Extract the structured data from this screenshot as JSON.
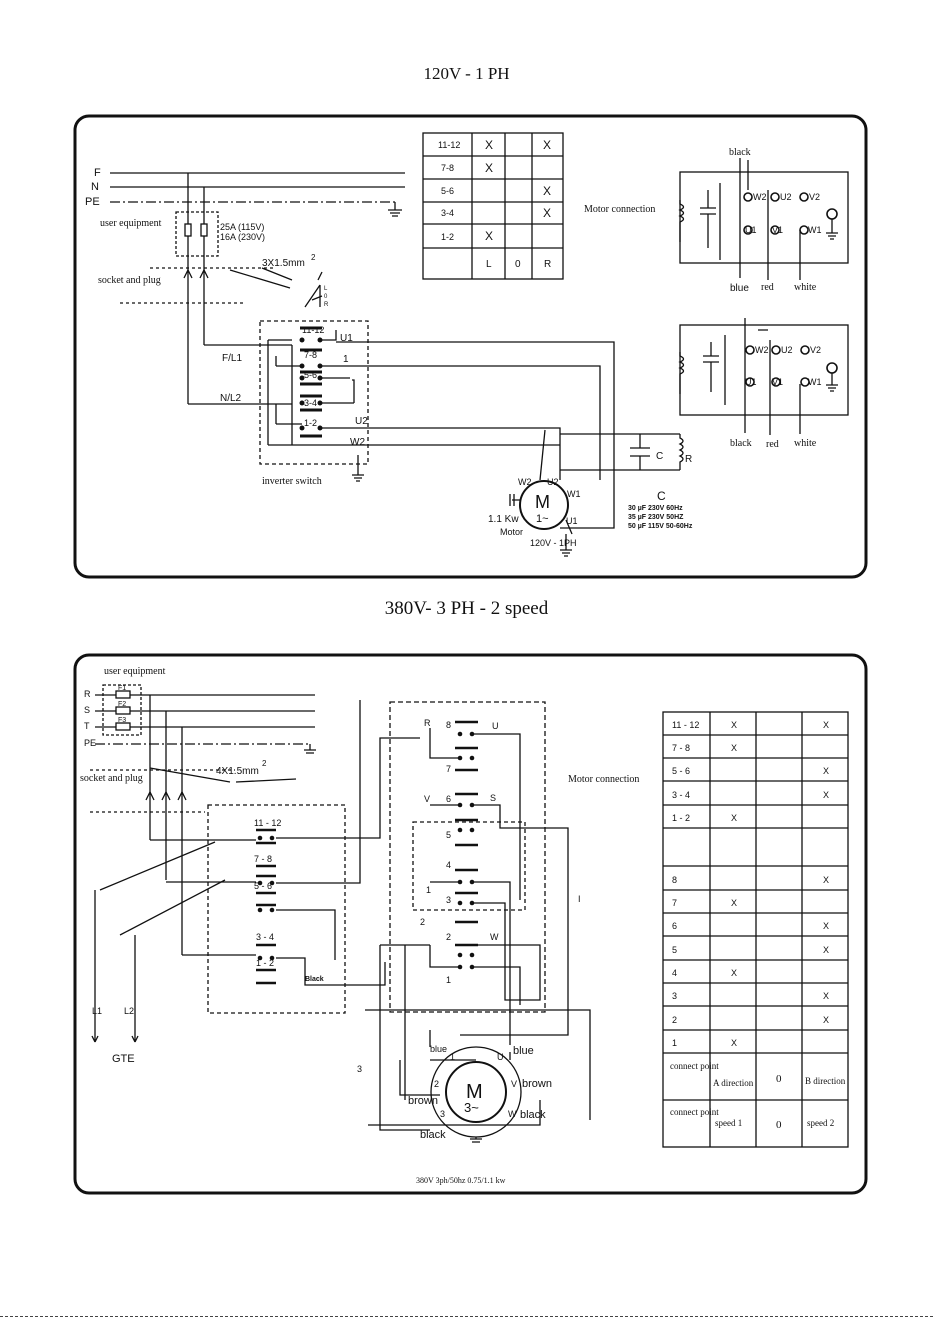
{
  "titles": {
    "top": "120V - 1 PH",
    "bottom": "380V- 3 PH - 2 speed"
  },
  "d1": {
    "lines": [
      "F",
      "N",
      "PE"
    ],
    "user_equipment": "user equipment",
    "fuse_rating_1": "25A (115V)",
    "fuse_rating_2": "16A (230V)",
    "socket_plug": "socket and plug",
    "cable": "3X1.5mm",
    "cable_sup": "2",
    "switch_contacts": [
      "11-12",
      "7-8",
      "5-6",
      "3-4",
      "1-2"
    ],
    "terminals": [
      "U1",
      "1",
      "U2",
      "W2"
    ],
    "fl1": "F/L1",
    "nl2": "N/L2",
    "inverter_switch": "inverter switch",
    "symbol_letters": [
      "L",
      "0",
      "R"
    ],
    "table": {
      "rows": [
        {
          "label": "11-12",
          "L": "X",
          "O": "",
          "R": "X"
        },
        {
          "label": "7-8",
          "L": "X",
          "O": "",
          "R": ""
        },
        {
          "label": "5-6",
          "L": "",
          "O": "",
          "R": "X"
        },
        {
          "label": "3-4",
          "L": "",
          "O": "",
          "R": "X"
        },
        {
          "label": "1-2",
          "L": "X",
          "O": "",
          "R": ""
        }
      ],
      "footer": [
        "",
        "L",
        "0",
        "R"
      ]
    },
    "motor_connection": "Motor connection",
    "terminal_board": {
      "top": [
        "W2",
        "U2",
        "V2"
      ],
      "bottom": [
        "U1",
        "V1",
        "W1"
      ]
    },
    "wire_colors_top": {
      "black": "black",
      "blue": "blue",
      "red": "red",
      "white": "white"
    },
    "wire_colors_bottom": {
      "black": "black",
      "red": "red",
      "white": "white"
    },
    "cap_label": "C",
    "res_label": "R",
    "motor_terminals": [
      "W2",
      "U2",
      "W1",
      "U1"
    ],
    "motor_power": "1.1 Kw",
    "motor_caption": "Motor",
    "motor_voltage": "120V - 1PH",
    "motor_letter": "M",
    "motor_phase": "1~",
    "cap_title": "C",
    "cap_specs": [
      "30 µF  230V  60Hz",
      "35 µF  230V  50HZ",
      "50 µF  115V  50-60Hz"
    ]
  },
  "d2": {
    "user_equipment": "user equipment",
    "lines": [
      "R",
      "S",
      "T",
      "PE"
    ],
    "fuses": [
      "F1",
      "F2",
      "F3"
    ],
    "socket_plug": "socket and plug",
    "cable": "4X1.5mm",
    "cable_sup": "2",
    "switch_contacts": [
      "11 - 12",
      "7 - 8",
      "5 - 6",
      "3 - 4",
      "1 - 2"
    ],
    "black_label": "Black",
    "l_labels": [
      "L1",
      "L2"
    ],
    "ground_code": "GTE",
    "selector_labels": [
      "R",
      "8",
      "U",
      "7",
      "V",
      "6",
      "S",
      "5",
      "4",
      "3",
      "2",
      "1",
      "W",
      "I",
      "3",
      "1",
      "2"
    ],
    "motor_connection": "Motor connection",
    "wire_I": "I",
    "wire_3": "3",
    "motor_letter": "M",
    "motor_phase": "3~",
    "motor_terminals": [
      "1",
      "U",
      "2",
      "V",
      "3",
      "W"
    ],
    "motor_colors": {
      "blue_l": "blue",
      "blue_r": "blue",
      "brown_l": "brown",
      "brown_r": "brown",
      "black_l": "black",
      "black_r": "black"
    },
    "caption": "380V 3ph/50hz 0.75/1.1 kw",
    "table": {
      "rows": [
        {
          "label": "11 - 12",
          "a": "X",
          "b": "",
          "c": "X"
        },
        {
          "label": "7 - 8",
          "a": "X",
          "b": "",
          "c": ""
        },
        {
          "label": "5 - 6",
          "a": "",
          "b": "",
          "c": "X"
        },
        {
          "label": "3 - 4",
          "a": "",
          "b": "",
          "c": "X"
        },
        {
          "label": "1 - 2",
          "a": "X",
          "b": "",
          "c": ""
        },
        {
          "label": "",
          "a": "",
          "b": "",
          "c": ""
        },
        {
          "label": "8",
          "a": "",
          "b": "",
          "c": "X"
        },
        {
          "label": "7",
          "a": "X",
          "b": "",
          "c": ""
        },
        {
          "label": "6",
          "a": "",
          "b": "",
          "c": "X"
        },
        {
          "label": "5",
          "a": "",
          "b": "",
          "c": "X"
        },
        {
          "label": "4",
          "a": "X",
          "b": "",
          "c": ""
        },
        {
          "label": "3",
          "a": "",
          "b": "",
          "c": "X"
        },
        {
          "label": "2",
          "a": "",
          "b": "",
          "c": "X"
        },
        {
          "label": "1",
          "a": "X",
          "b": "",
          "c": ""
        }
      ],
      "connect_point_1": "connect point",
      "a_direction": "A direction",
      "zero": "0",
      "b_direction": "B direction",
      "connect_point_2": "connect point",
      "speed1": "speed 1",
      "speed2": "speed 2"
    }
  }
}
